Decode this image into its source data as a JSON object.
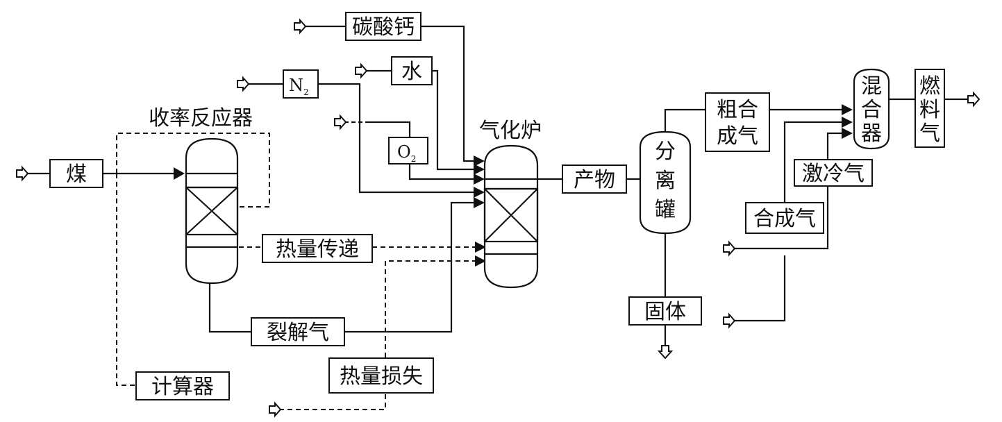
{
  "nodes": {
    "coal": "煤",
    "calcium_carbonate": "碳酸钙",
    "water": "水",
    "nitrogen": "N",
    "nitrogen_sub": "2",
    "oxygen": "O",
    "oxygen_sub": "2",
    "yield_reactor": "收率反应器",
    "gasifier": "气化炉",
    "heat_transfer": "热量传递",
    "cracked_gas": "裂解气",
    "heat_loss": "热量损失",
    "calculator": "计算器",
    "product": "产物",
    "separator": [
      "分",
      "离",
      "罐"
    ],
    "solid": "固体",
    "crude_syngas": [
      "粗合",
      "成气"
    ],
    "quench_gas": "激冷气",
    "syngas": "合成气",
    "mixer": [
      "混",
      "合",
      "器"
    ],
    "fuel_gas": [
      "燃",
      "料",
      "气"
    ]
  }
}
